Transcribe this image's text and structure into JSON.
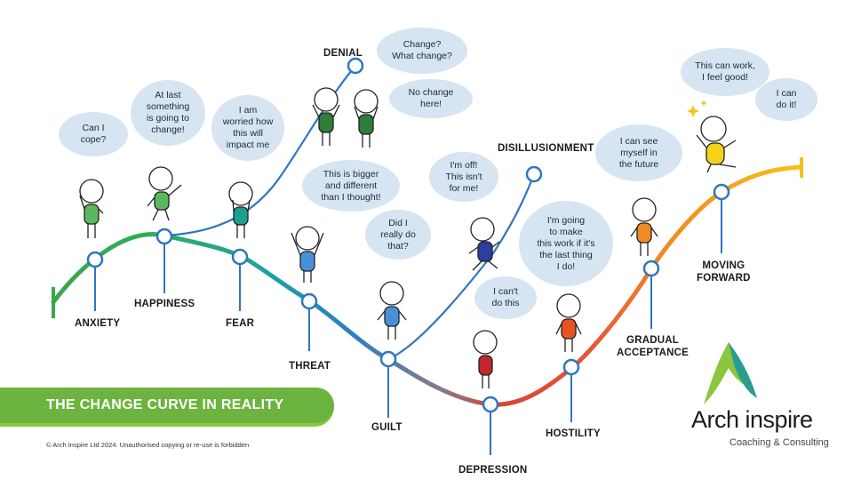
{
  "title": "THE CHANGE CURVE IN REALITY",
  "copyright": "© Arch Inspire Ltd 2024. Unauthorised copying or re-use is forbidden",
  "logo": {
    "name_bold": "Arch",
    "name_light": " inspire",
    "tagline": "Coaching & Consulting"
  },
  "stages": {
    "anxiety": "ANXIETY",
    "happiness": "HAPPINESS",
    "fear": "FEAR",
    "threat": "THREAT",
    "guilt": "GUILT",
    "depression": "DEPRESSION",
    "hostility": "HOSTILITY",
    "gradual_acceptance": "GRADUAL\nACCEPTANCE",
    "moving_forward": "MOVING\nFORWARD",
    "denial": "DENIAL",
    "disillusionment": "DISILLUSIONMENT"
  },
  "thoughts": {
    "can_i_cope": "Can I\ncope?",
    "at_last": "At last\nsomething\nis going to\nchange!",
    "worried": "I am\nworried how\nthis will\nimpact me",
    "change_what": "Change?\nWhat change?",
    "no_change": "No change\nhere!",
    "bigger": "This is bigger\nand different\nthan I thought!",
    "did_i": "Did I\nreally do\nthat?",
    "im_off": "I'm off!\nThis isn't\nfor me!",
    "going_to_make": "I'm going\nto make\nthis work if it's\nthe last thing\nI do!",
    "cant_do": "I can't\ndo this",
    "see_myself": "I can see\nmyself in\nthe future",
    "this_can_work": "This can work,\nI feel good!",
    "i_can": "I can\ndo it!"
  },
  "colors": {
    "curve_green": "#3aa64a",
    "curve_teal": "#1fa3a0",
    "curve_blue": "#2a7fc4",
    "curve_red": "#d9432f",
    "curve_orange": "#f08a24",
    "curve_yellow": "#f5c21b",
    "branch_blue": "#2f76bf",
    "banner_green": "#6db33f"
  }
}
